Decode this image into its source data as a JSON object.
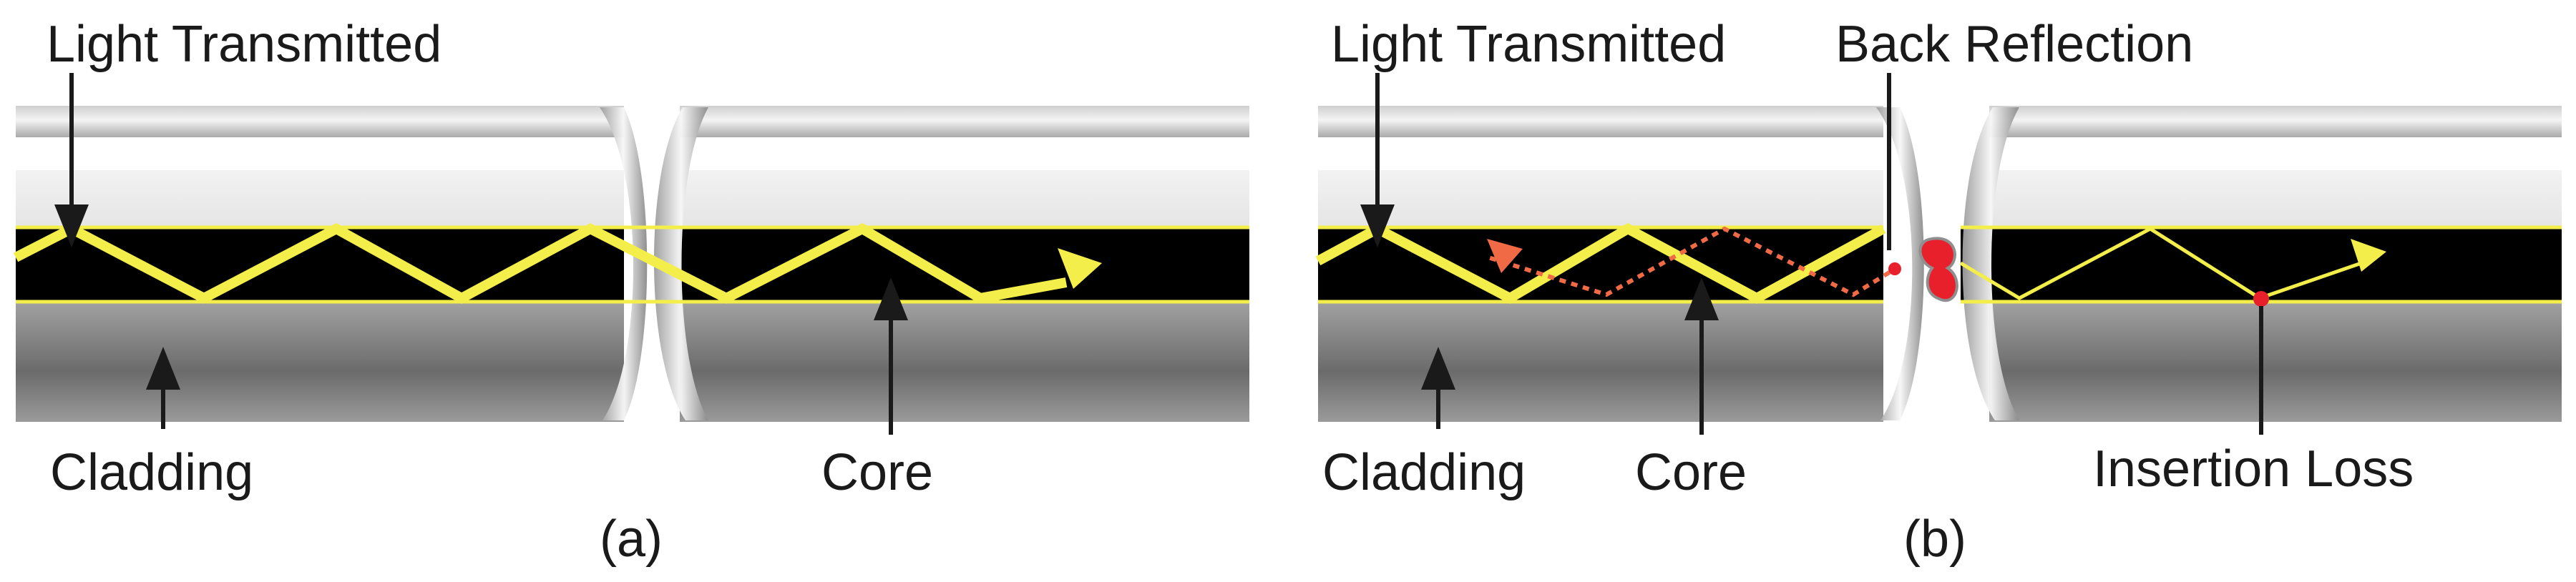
{
  "panel_a": {
    "caption": "(a)",
    "labels": {
      "light_transmitted": "Light Transmitted",
      "cladding": "Cladding",
      "core": "Core"
    }
  },
  "panel_b": {
    "caption": "(b)",
    "labels": {
      "light_transmitted": "Light Transmitted",
      "back_reflection": "Back Reflection",
      "cladding": "Cladding",
      "core": "Core",
      "insertion_loss": "Insertion Loss"
    }
  },
  "colors": {
    "core": "#000000",
    "light_ray": "#f4ee4a",
    "back_reflection": "#ef6a45",
    "loss_point": "#e8202b",
    "cladding_light": "#e4e4e4",
    "cladding_dark": "#5a5a5a"
  }
}
